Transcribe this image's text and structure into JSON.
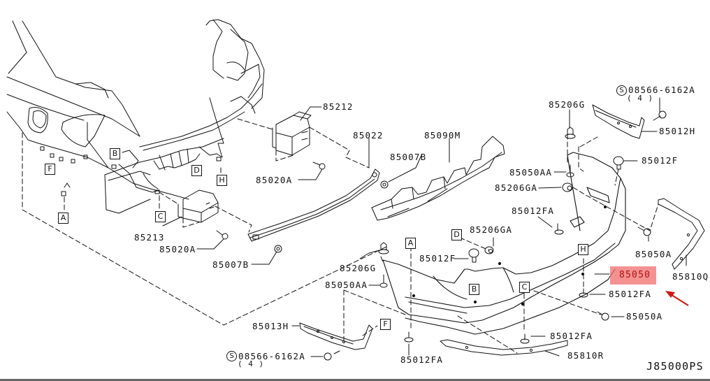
{
  "diagram": {
    "title": "Rear Bumper Parts Diagram",
    "diagram_code": "J85000PS",
    "highlighted_part": "85050",
    "highlight_color": "#f06e6e",
    "arrow_color": "#d01818",
    "parts": [
      {
        "id": "p85212",
        "number": "85212"
      },
      {
        "id": "p85022",
        "number": "85022"
      },
      {
        "id": "p85090m",
        "number": "85090M"
      },
      {
        "id": "p85007b_top",
        "number": "85007B"
      },
      {
        "id": "p85020a_top",
        "number": "85020A"
      },
      {
        "id": "p85213",
        "number": "85213"
      },
      {
        "id": "p85020a_bottom",
        "number": "85020A"
      },
      {
        "id": "p85007b_bottom",
        "number": "85007B"
      },
      {
        "id": "p85206g_right",
        "number": "85206G"
      },
      {
        "id": "p08566_top",
        "number": "08566-6162A",
        "qty": "( 4 )",
        "symbol": "S"
      },
      {
        "id": "p85012h",
        "number": "85012H"
      },
      {
        "id": "p85012f_right",
        "number": "85012F"
      },
      {
        "id": "p85050aa_right",
        "number": "85050AA"
      },
      {
        "id": "p85206ga_right",
        "number": "85206GA"
      },
      {
        "id": "p85012fa_upper",
        "number": "85012FA"
      },
      {
        "id": "p85206ga_mid",
        "number": "85206GA"
      },
      {
        "id": "p85012f_mid",
        "number": "85012F"
      },
      {
        "id": "p85206g_left",
        "number": "85206G"
      },
      {
        "id": "p85050aa_left",
        "number": "85050AA"
      },
      {
        "id": "p85050a_upper",
        "number": "85050A"
      },
      {
        "id": "p85810q",
        "number": "85810Q"
      },
      {
        "id": "p85050",
        "number": "85050"
      },
      {
        "id": "p85012fa_right",
        "number": "85012FA"
      },
      {
        "id": "p85050a_lower",
        "number": "85050A"
      },
      {
        "id": "p85012fa_lower",
        "number": "85012FA"
      },
      {
        "id": "p85810r",
        "number": "85810R"
      },
      {
        "id": "p85012fa_bottom",
        "number": "85012FA"
      },
      {
        "id": "p85013h",
        "number": "85013H"
      },
      {
        "id": "p08566_bottom",
        "number": "08566-6162A",
        "qty": "( 4 )",
        "symbol": "S"
      }
    ],
    "reference_markers": [
      {
        "id": "ref_f_body",
        "letter": "F"
      },
      {
        "id": "ref_b_body",
        "letter": "B"
      },
      {
        "id": "ref_d_body",
        "letter": "D"
      },
      {
        "id": "ref_h_body",
        "letter": "H"
      },
      {
        "id": "ref_a_body",
        "letter": "A"
      },
      {
        "id": "ref_c_body",
        "letter": "C"
      },
      {
        "id": "ref_d_bumper",
        "letter": "D"
      },
      {
        "id": "ref_a_bumper",
        "letter": "A"
      },
      {
        "id": "ref_b_bumper",
        "letter": "B"
      },
      {
        "id": "ref_h_bumper",
        "letter": "H"
      },
      {
        "id": "ref_c_bumper",
        "letter": "C"
      },
      {
        "id": "ref_f_bumper",
        "letter": "F"
      }
    ]
  }
}
